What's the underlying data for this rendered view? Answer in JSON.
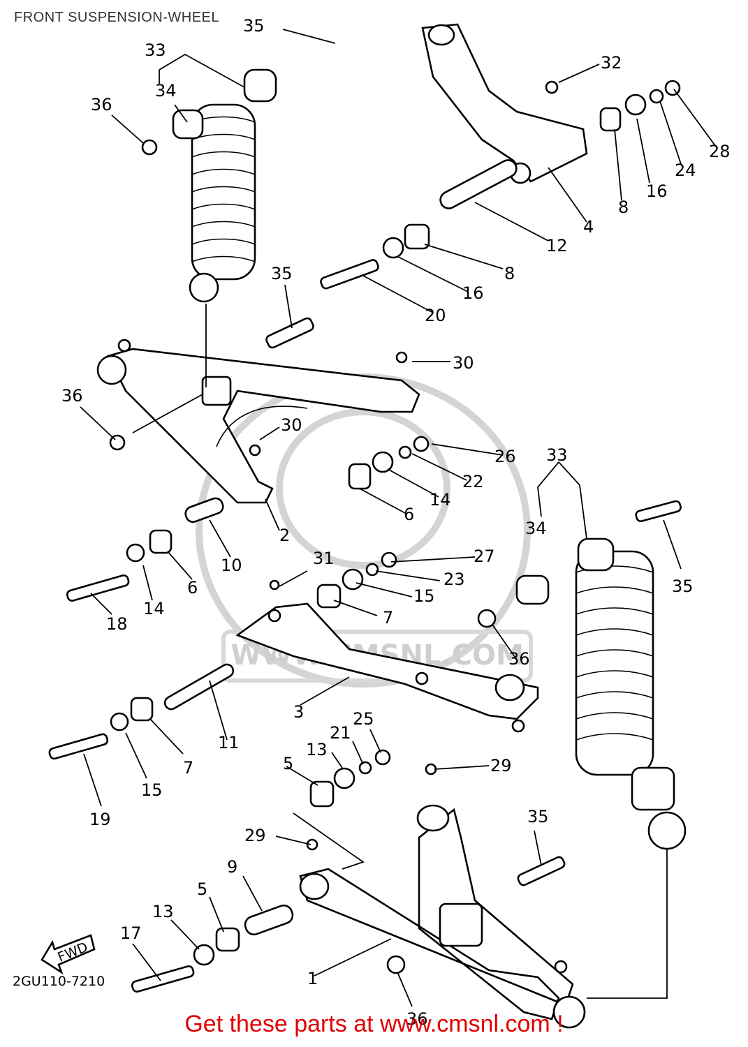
{
  "title": "FRONT SUSPENSION-WHEEL",
  "watermark": "WWW.CMSNL.COM",
  "direction_label": "FWD",
  "diagram_code": "2GU110-7210",
  "callouts": [
    "1",
    "2",
    "3",
    "4",
    "5",
    "5",
    "6",
    "6",
    "7",
    "7",
    "8",
    "8",
    "9",
    "10",
    "11",
    "12",
    "13",
    "13",
    "14",
    "14",
    "15",
    "15",
    "16",
    "16",
    "17",
    "18",
    "19",
    "20",
    "21",
    "22",
    "23",
    "24",
    "25",
    "26",
    "27",
    "28",
    "29",
    "29",
    "30",
    "30",
    "31",
    "32",
    "33",
    "33",
    "34",
    "34",
    "35",
    "35",
    "35",
    "35",
    "36",
    "36",
    "36",
    "36",
    "36"
  ],
  "footer": "Get these parts at www.cmsnl.com !"
}
